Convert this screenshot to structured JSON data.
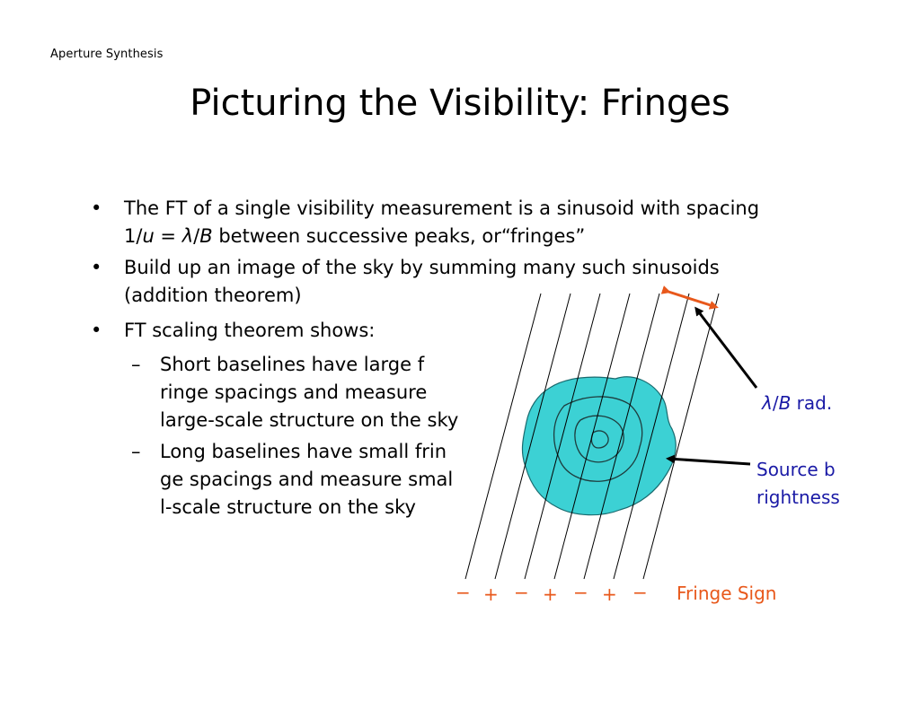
{
  "header": {
    "section_label": "Aperture Synthesis"
  },
  "slide": {
    "title": "Picturing the Visibility: Fringes"
  },
  "bullets": [
    {
      "lines": [
        "The FT of a single visibility measurement is a sinusoid with spacing"
      ],
      "line2_parts": {
        "a": "1/",
        "u": "u",
        "eq": " = ",
        "lambda": "λ",
        "slash": "/",
        "B": "B",
        "rest": " between successive peaks, or“fringes”"
      }
    },
    {
      "lines": [
        "Build up an image of the sky by summing many such sinusoids",
        "(addition theorem)"
      ]
    },
    {
      "lines": [
        "FT scaling theorem shows:"
      ],
      "sub": [
        {
          "lines": [
            "Short baselines have large  f",
            "ringe spacings and measure",
            "large-scale structure on the sky"
          ]
        },
        {
          "lines": [
            "Long baselines have small  frin",
            "ge spacings and measure  smal",
            "l-scale structure on the sky"
          ]
        }
      ]
    }
  ],
  "diagram": {
    "spacing_label": {
      "lambda": "λ",
      "slash": "/",
      "B": "B",
      "rest": " rad."
    },
    "source_label": [
      "Source  b",
      "rightness"
    ],
    "fringe_sign_label": "Fringe Sign",
    "fringe_signs": [
      "−",
      "+",
      "−",
      "+",
      "−",
      "+",
      "−"
    ],
    "colors": {
      "source_fill": "#3cd1d4",
      "orange": "#e8581b",
      "blue": "#1a1aa6",
      "lines": "#000000"
    }
  }
}
